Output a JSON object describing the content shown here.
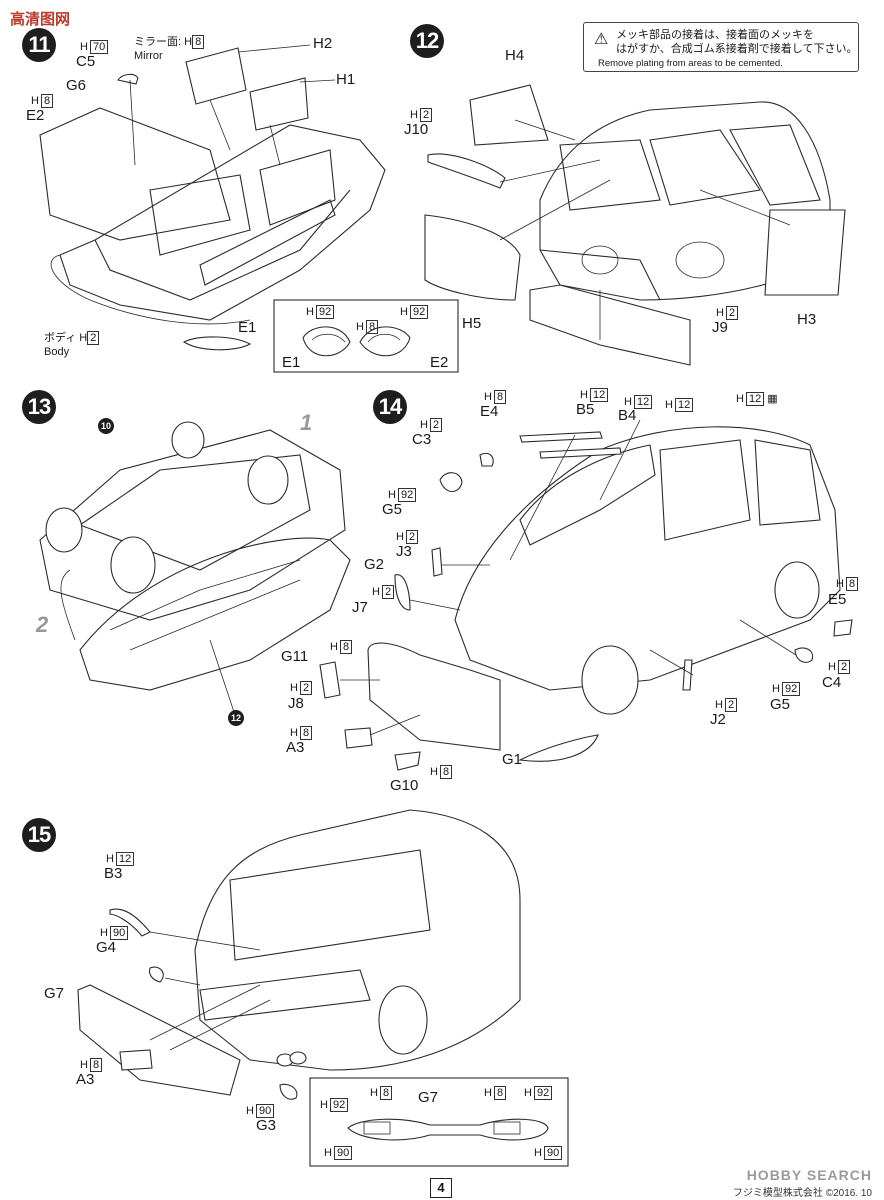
{
  "site_logo": "高清图网",
  "notice": {
    "warning_icon": "warning-triangle-icon",
    "jp_line1": "メッキ部品の接着は、接着面のメッキを",
    "jp_line2": "はがすか、合成ゴム系接着剤で接着して下さい。",
    "en_line": "Remove plating from areas to be cemented."
  },
  "steps": {
    "s11": "11",
    "s12": "12",
    "s13": "13",
    "s14": "14",
    "s15": "15"
  },
  "step11": {
    "mirror_jp": "ミラー面:",
    "mirror_en": "Mirror",
    "body_jp": "ボディ",
    "body_en": "Body",
    "labels": {
      "C5": "C5",
      "G6": "G6",
      "E2": "E2",
      "H2": "H2",
      "H1": "H1",
      "E1": "E1"
    },
    "codes": {
      "C5": "70",
      "E2": "8",
      "mirror": "8",
      "body": "2"
    },
    "inset": {
      "E1": "E1",
      "E2": "E2",
      "h92a": "92",
      "h8": "8",
      "h92b": "92"
    }
  },
  "step12": {
    "labels": {
      "H4": "H4",
      "J10": "J10",
      "H5": "H5",
      "J9": "J9",
      "H3": "H3"
    },
    "codes": {
      "J10": "2",
      "J9": "2"
    }
  },
  "step13": {
    "mini10": "10",
    "mini12": "12",
    "num1": "1",
    "num2": "2"
  },
  "step14": {
    "labels": {
      "E4": "E4",
      "B5": "B5",
      "B4": "B4",
      "C3": "C3",
      "G5a": "G5",
      "J3": "J3",
      "G2": "G2",
      "J7": "J7",
      "G11": "G11",
      "J8": "J8",
      "A3": "A3",
      "G10": "G10",
      "G1": "G1",
      "J2": "J2",
      "G5b": "G5",
      "C4": "C4",
      "E5": "E5"
    },
    "codes": {
      "E4": "8",
      "B5": "12",
      "B4": "12",
      "roof": "12",
      "window": "12",
      "C3": "2",
      "G5a": "92",
      "J3": "2",
      "G2": "2",
      "G11": "8",
      "J8": "2",
      "A3": "8",
      "G10": "8",
      "J2": "2",
      "G5b": "92",
      "C4": "2",
      "E5": "8"
    }
  },
  "step15": {
    "labels": {
      "B3": "B3",
      "G4": "G4",
      "G7": "G7",
      "A3": "A3",
      "G3": "G3"
    },
    "codes": {
      "B3": "12",
      "G4": "90",
      "A3": "8",
      "G3": "90"
    },
    "inset": {
      "G7": "G7",
      "h92a": "92",
      "h8a": "8",
      "h8b": "8",
      "h92b": "92",
      "h90a": "90",
      "h90b": "90"
    }
  },
  "footer": {
    "page_number": "4",
    "watermark": "HOBBY SEARCH",
    "copyright": "フジミ模型株式会社 ©2016. 10"
  }
}
